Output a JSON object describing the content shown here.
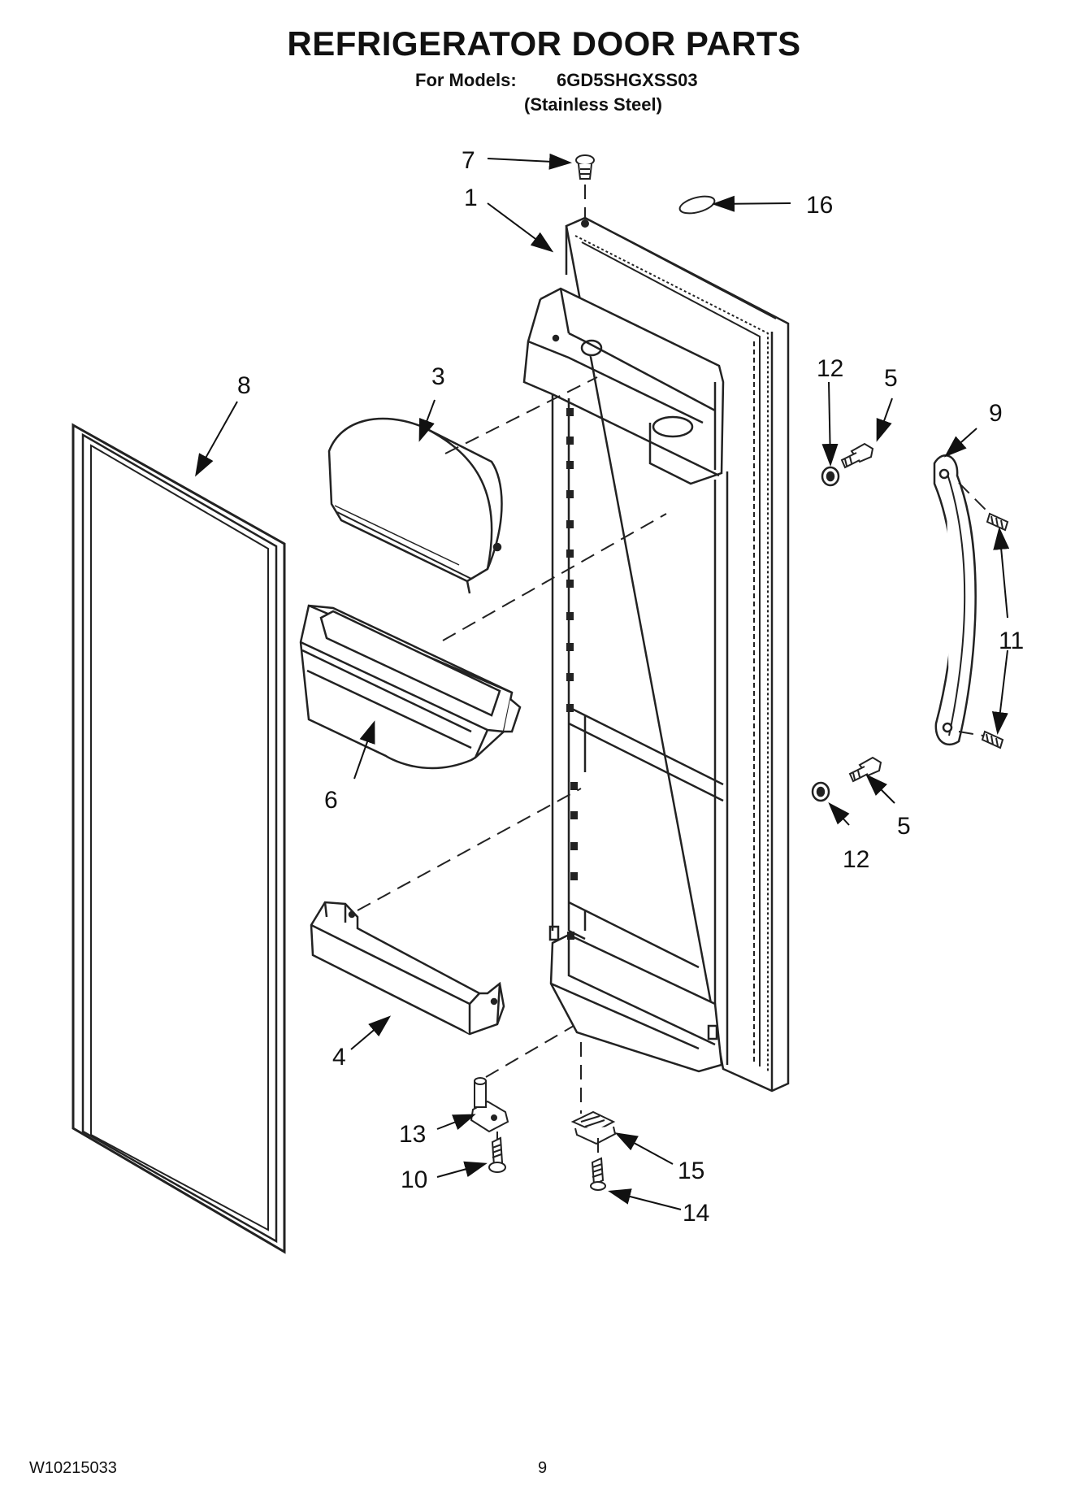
{
  "header": {
    "title": "REFRIGERATOR DOOR PARTS",
    "models_label": "For Models:",
    "model_number": "6GD5SHGXSS03",
    "finish": "(Stainless Steel)"
  },
  "callouts": [
    "1",
    "3",
    "4",
    "5",
    "5",
    "6",
    "7",
    "8",
    "9",
    "10",
    "11",
    "12",
    "12",
    "13",
    "14",
    "15",
    "16"
  ],
  "footer": {
    "doc_number": "W10215033",
    "page_number": "9"
  }
}
